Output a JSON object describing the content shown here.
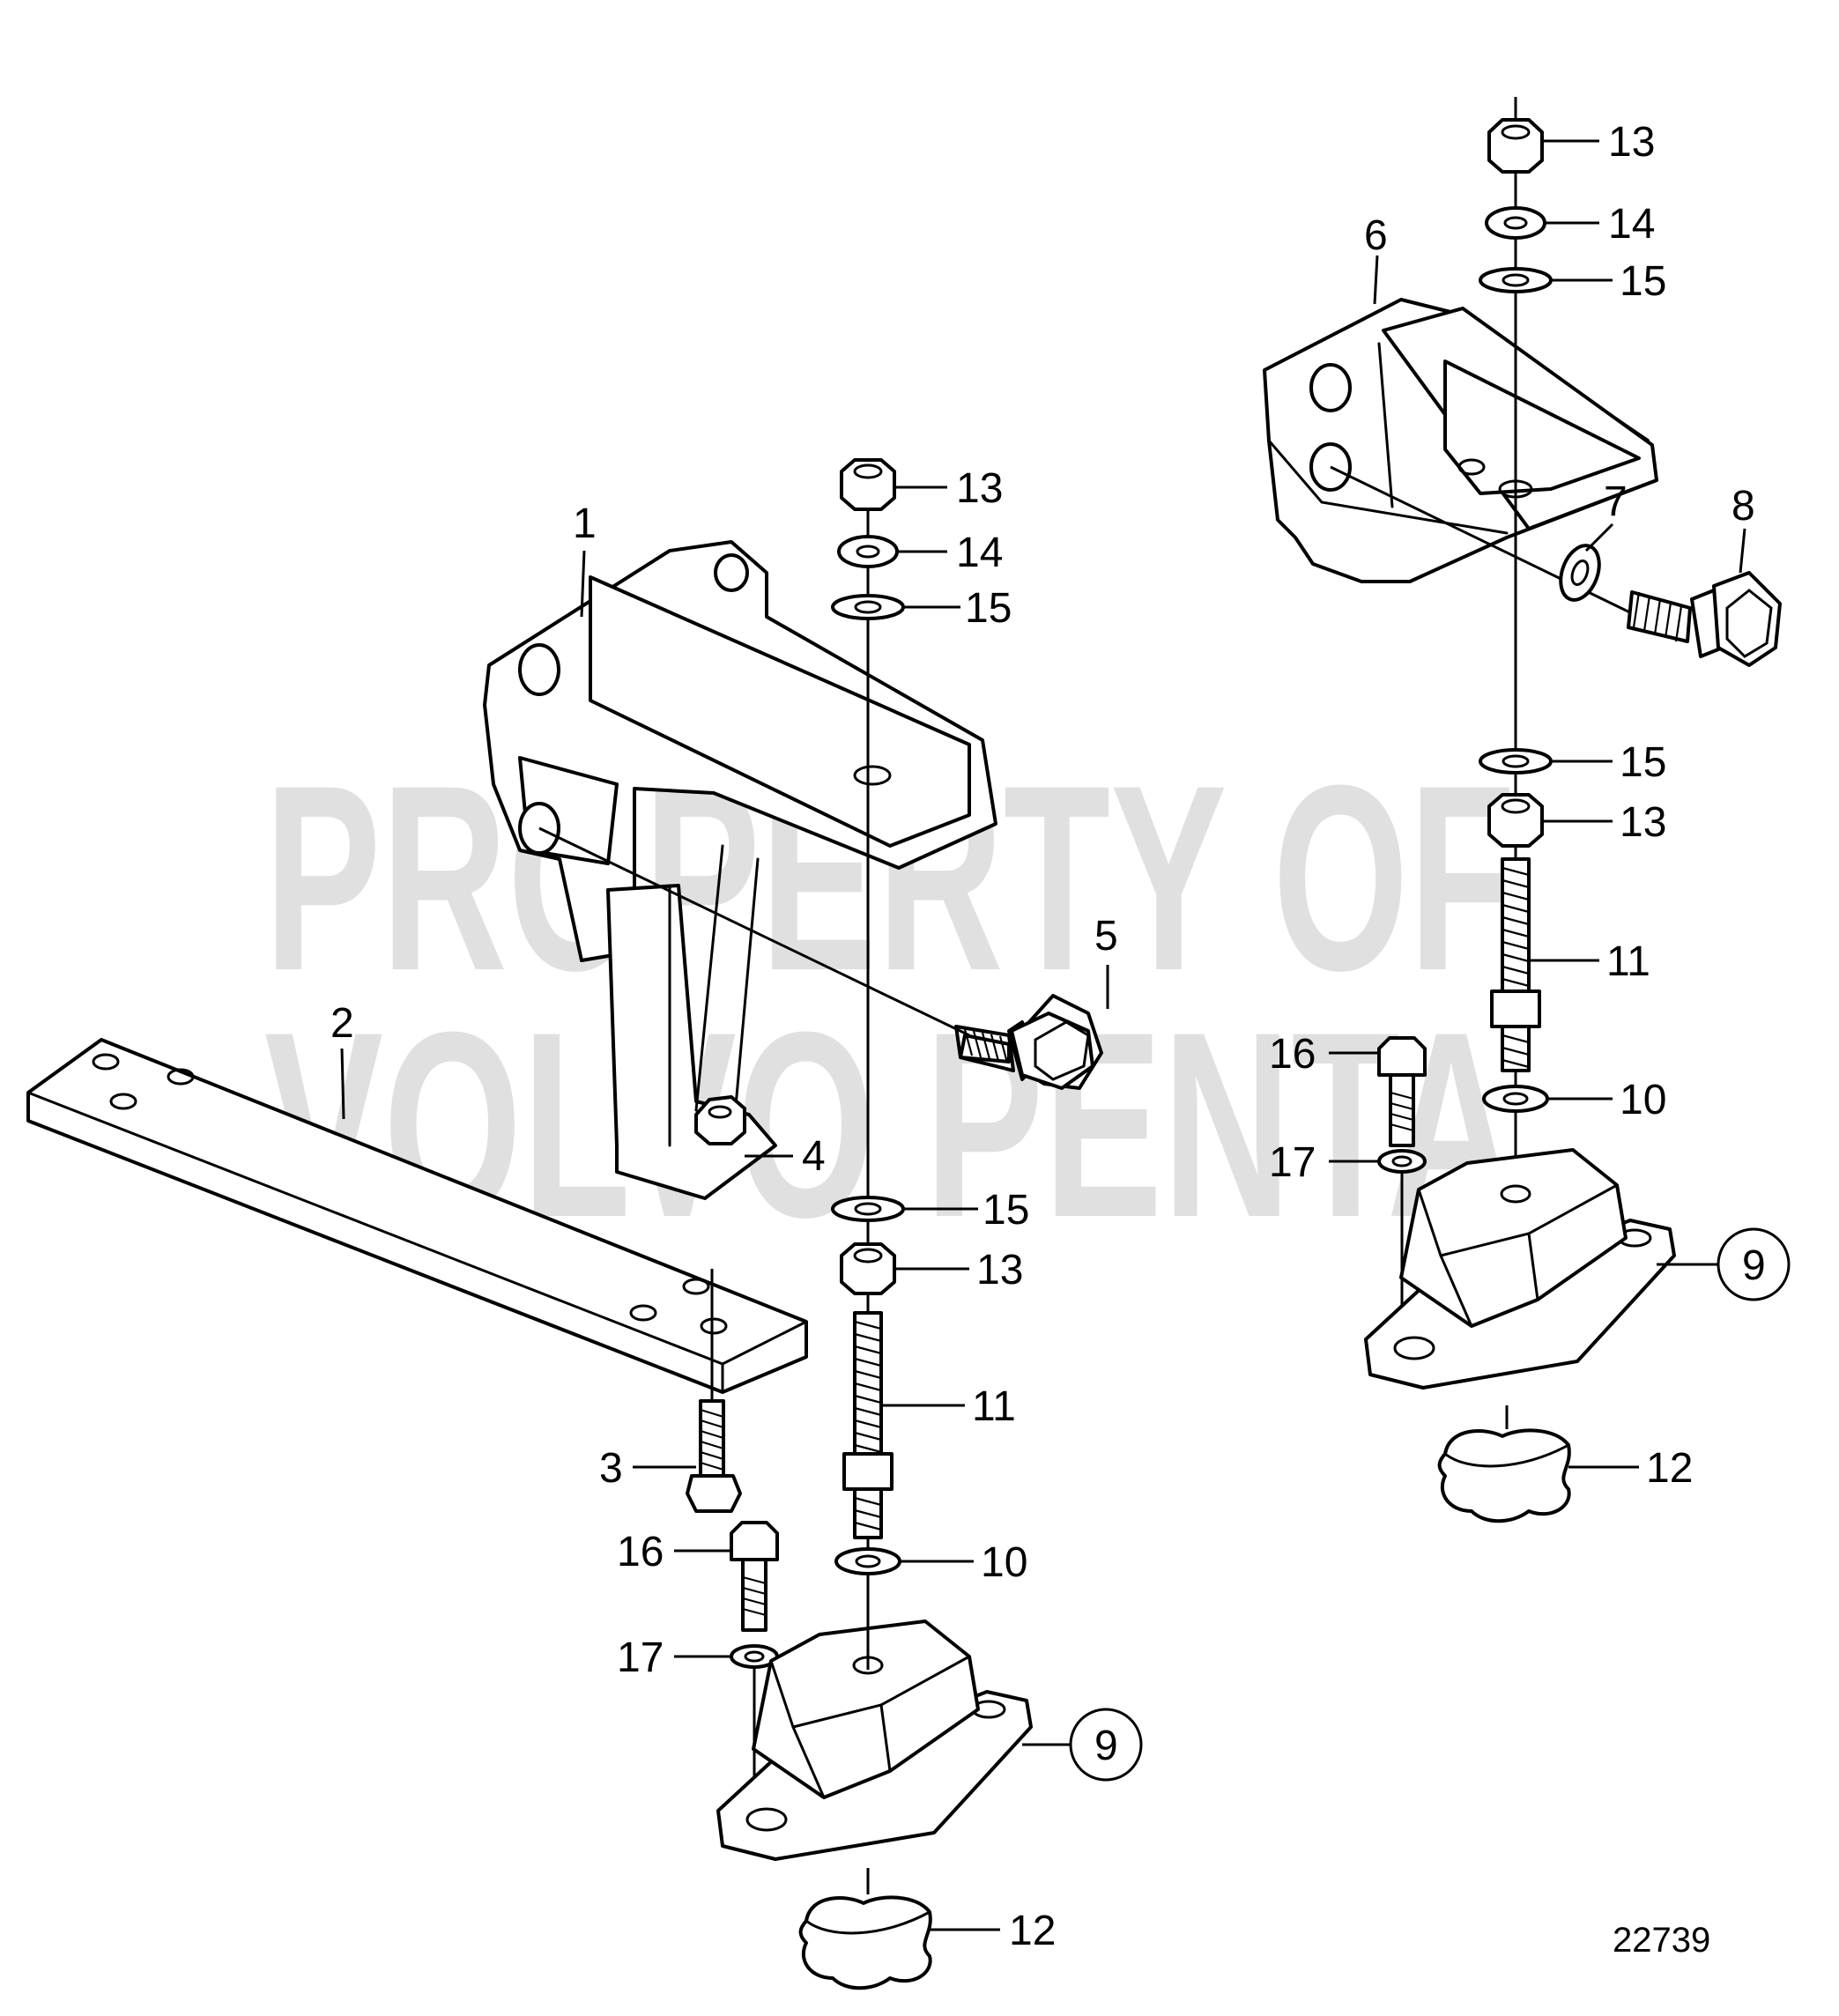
{
  "watermark": {
    "line1": "PROPERTY OF",
    "line2": "VOLVO PENTA"
  },
  "reference_number": "22739",
  "callouts": {
    "left": {
      "p1": "1",
      "p2": "2",
      "p3": "3",
      "p4": "4",
      "p5": "5",
      "p13a": "13",
      "p14a": "14",
      "p15a": "15",
      "p15b": "15",
      "p13b": "13",
      "p11": "11",
      "p10": "10",
      "p16": "16",
      "p17": "17",
      "p9": "9",
      "p12": "12"
    },
    "right": {
      "p13a": "13",
      "p14": "14",
      "p15a": "15",
      "p6": "6",
      "p7": "7",
      "p8": "8",
      "p15b": "15",
      "p13b": "13",
      "p11": "11",
      "p16": "16",
      "p10": "10",
      "p17": "17",
      "p9": "9",
      "p12": "12"
    }
  }
}
